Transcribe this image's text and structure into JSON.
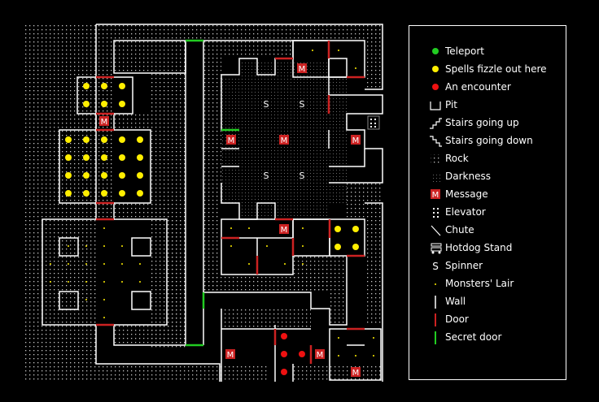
{
  "map": {
    "colors": {
      "rock": "#c8c8c8",
      "wall": "#ffffff",
      "door": "#cc2222",
      "secret_door": "#22cc22",
      "spell_fizzle": "#ffee00",
      "encounter": "#ee1111",
      "teleport": "#22cc22",
      "message_bg": "#cc2222",
      "message_fg": "#ffffff"
    },
    "message_glyph": "M",
    "spinner_glyph": "S"
  },
  "legend": {
    "items": [
      {
        "label": "Teleport",
        "icon": "teleport-icon"
      },
      {
        "label": "Spells fizzle out here",
        "icon": "spell-fizzle-icon"
      },
      {
        "label": "An encounter",
        "icon": "encounter-icon"
      },
      {
        "label": "Pit",
        "icon": "pit-icon"
      },
      {
        "label": "Stairs going up",
        "icon": "stairs-up-icon"
      },
      {
        "label": "Stairs going down",
        "icon": "stairs-down-icon"
      },
      {
        "label": "Rock",
        "icon": "rock-icon"
      },
      {
        "label": "Darkness",
        "icon": "darkness-icon"
      },
      {
        "label": "Message",
        "icon": "message-icon"
      },
      {
        "label": "Elevator",
        "icon": "elevator-icon"
      },
      {
        "label": "Chute",
        "icon": "chute-icon"
      },
      {
        "label": "Hotdog Stand",
        "icon": "hotdog-stand-icon"
      },
      {
        "label": "Spinner",
        "icon": "spinner-icon"
      },
      {
        "label": "Monsters' Lair",
        "icon": "monsters-lair-icon"
      },
      {
        "label": "Wall",
        "icon": "wall-icon"
      },
      {
        "label": "Door",
        "icon": "door-icon"
      },
      {
        "label": "Secret door",
        "icon": "secret-door-icon"
      }
    ]
  }
}
